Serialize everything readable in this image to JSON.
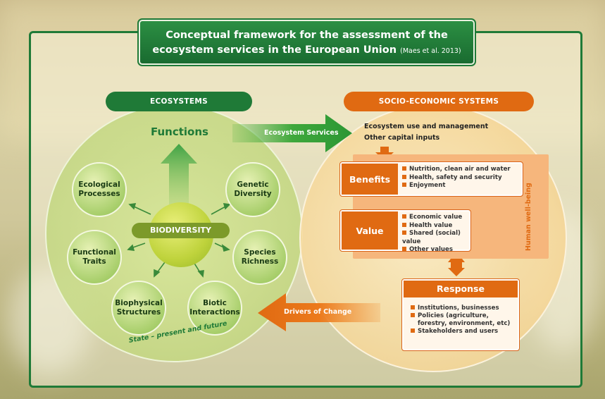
{
  "title": {
    "line1": "Conceptual framework for the assessment of the",
    "line2": "ecosystem services in the European Union",
    "citation": "(Maes et al. 2013)"
  },
  "ecosystems": {
    "header": "ECOSYSTEMS",
    "functions": "Functions",
    "core": "BIODIVERSITY",
    "nodes": {
      "ecological_processes": [
        "Ecological",
        "Processes"
      ],
      "genetic_diversity": [
        "Genetic",
        "Diversity"
      ],
      "functional_traits": [
        "Functional",
        "Traits"
      ],
      "species_richness": [
        "Species",
        "Richness"
      ],
      "biophysical_structures": [
        "Biophysical",
        "Structures"
      ],
      "biotic_interactions": [
        "Biotic",
        "Interactions"
      ]
    },
    "state": "State – present and future"
  },
  "socio": {
    "header": "SOCIO-ECONOMIC SYSTEMS",
    "line1": "Ecosystem use and management",
    "line2": "Other capital inputs",
    "benefits": {
      "label": "Benefits",
      "items": [
        "Nutrition, clean air and water",
        "Health, safety and security",
        "Enjoyment"
      ]
    },
    "value": {
      "label": "Value",
      "items": [
        "Economic value",
        "Health value",
        "Shared (social) value",
        "Other values"
      ]
    },
    "well_being": "Human well-being",
    "response": {
      "label": "Response",
      "items": [
        "Institutions, businesses",
        "Policies (agriculture,",
        "forestry, environment, etc)",
        "Stakeholders and users"
      ]
    }
  },
  "arrows": {
    "ecosystem_services": "Ecosystem Services",
    "drivers_of_change": "Drivers of Change"
  },
  "colors": {
    "green": "#1f7a37",
    "orange": "#e06a12"
  }
}
